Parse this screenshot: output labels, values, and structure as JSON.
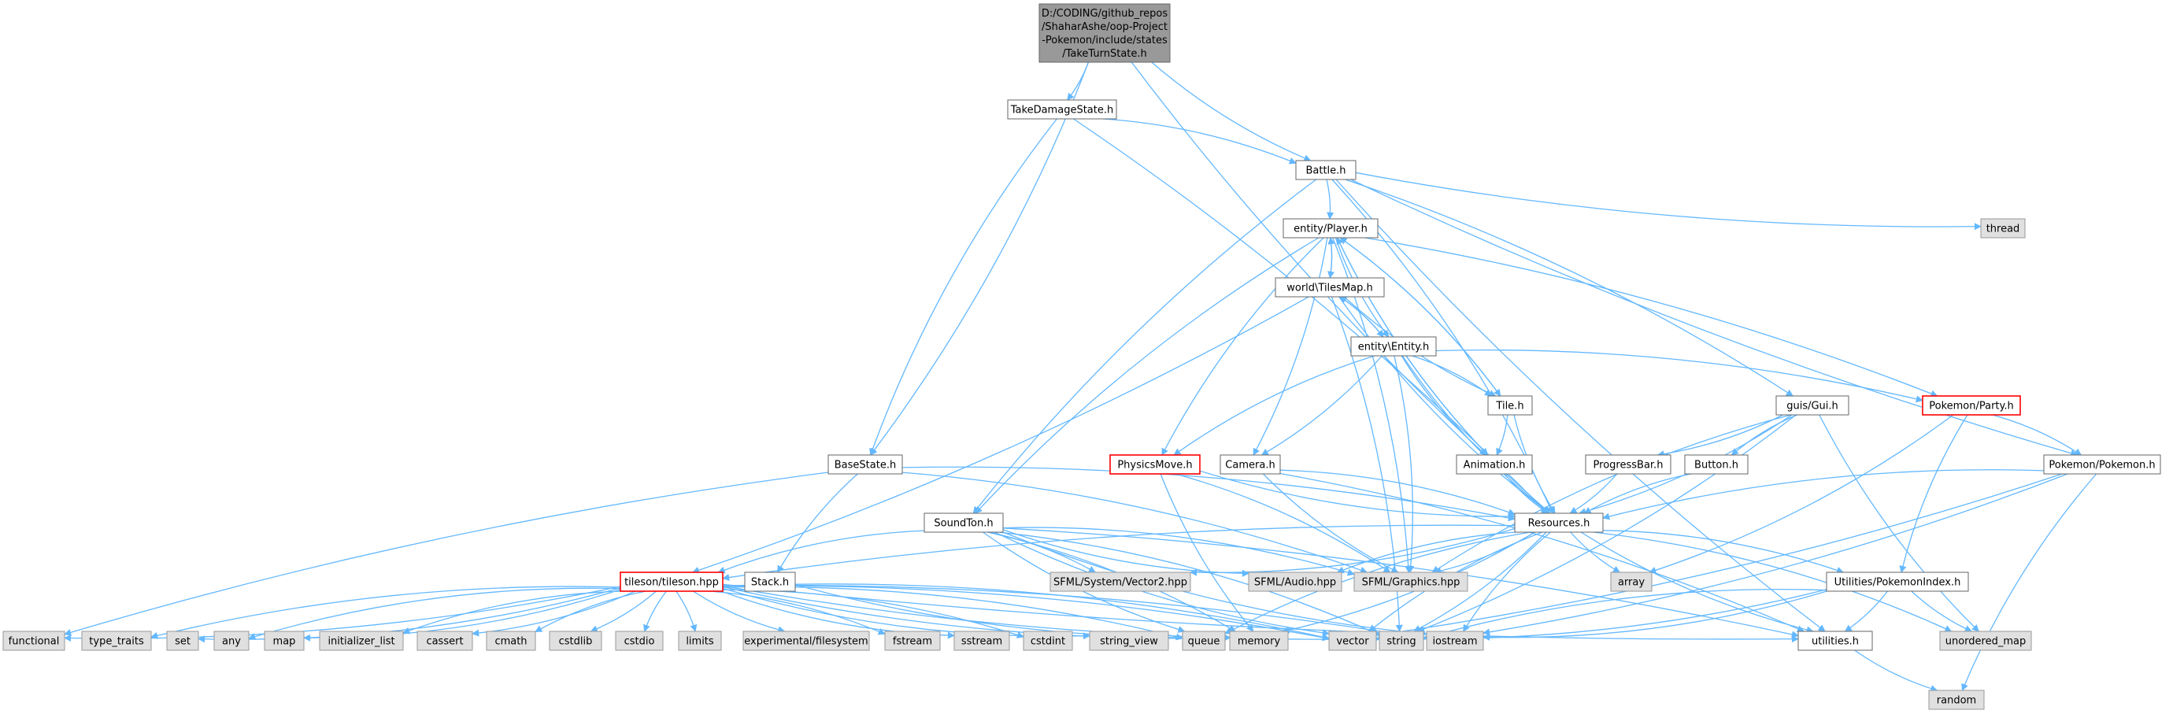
{
  "graph": {
    "colors": {
      "root_fill": "#999999",
      "file_fill": "#ffffff",
      "file_border": "#666666",
      "incomplete_border": "#ff0000",
      "system_fill": "#e0e0e0",
      "system_border": "#999999",
      "edge": "#63b8ff"
    },
    "nodes": [
      {
        "id": "root",
        "kind": "root",
        "lines": [
          "D:/CODING/github_repos",
          "/ShaharAshe/oop-Project",
          "-Pokemon/include/states",
          "/TakeTurnState.h"
        ]
      },
      {
        "id": "takedamage",
        "kind": "file",
        "lines": [
          "TakeDamageState.h"
        ]
      },
      {
        "id": "battle",
        "kind": "file",
        "lines": [
          "Battle.h"
        ]
      },
      {
        "id": "thread",
        "kind": "system",
        "lines": [
          "thread"
        ]
      },
      {
        "id": "player",
        "kind": "file",
        "lines": [
          "entity/Player.h"
        ]
      },
      {
        "id": "tilesmap",
        "kind": "file",
        "lines": [
          "world\\TilesMap.h"
        ]
      },
      {
        "id": "entity",
        "kind": "file",
        "lines": [
          "entity\\Entity.h"
        ]
      },
      {
        "id": "tile",
        "kind": "file",
        "lines": [
          "Tile.h"
        ]
      },
      {
        "id": "gui",
        "kind": "file",
        "lines": [
          "guis/Gui.h"
        ]
      },
      {
        "id": "party",
        "kind": "incomplete",
        "lines": [
          "Pokemon/Party.h"
        ]
      },
      {
        "id": "basestate",
        "kind": "file",
        "lines": [
          "BaseState.h"
        ]
      },
      {
        "id": "physics",
        "kind": "incomplete",
        "lines": [
          "PhysicsMove.h"
        ]
      },
      {
        "id": "camera",
        "kind": "file",
        "lines": [
          "Camera.h"
        ]
      },
      {
        "id": "animation",
        "kind": "file",
        "lines": [
          "Animation.h"
        ]
      },
      {
        "id": "progress",
        "kind": "file",
        "lines": [
          "ProgressBar.h"
        ]
      },
      {
        "id": "button",
        "kind": "file",
        "lines": [
          "Button.h"
        ]
      },
      {
        "id": "pokemon",
        "kind": "file",
        "lines": [
          "Pokemon/Pokemon.h"
        ]
      },
      {
        "id": "soundton",
        "kind": "file",
        "lines": [
          "SoundTon.h"
        ]
      },
      {
        "id": "resources",
        "kind": "file",
        "lines": [
          "Resources.h"
        ]
      },
      {
        "id": "tileson",
        "kind": "incomplete",
        "lines": [
          "tileson/tileson.hpp"
        ]
      },
      {
        "id": "stack",
        "kind": "file",
        "lines": [
          "Stack.h"
        ]
      },
      {
        "id": "vector2",
        "kind": "system",
        "lines": [
          "SFML/System/Vector2.hpp"
        ]
      },
      {
        "id": "audio",
        "kind": "system",
        "lines": [
          "SFML/Audio.hpp"
        ]
      },
      {
        "id": "graphics",
        "kind": "system",
        "lines": [
          "SFML/Graphics.hpp"
        ]
      },
      {
        "id": "array",
        "kind": "system",
        "lines": [
          "array"
        ]
      },
      {
        "id": "pokeindex",
        "kind": "file",
        "lines": [
          "Utilities/PokemonIndex.h"
        ]
      },
      {
        "id": "functional",
        "kind": "system",
        "lines": [
          "functional"
        ]
      },
      {
        "id": "type_traits",
        "kind": "system",
        "lines": [
          "type_traits"
        ]
      },
      {
        "id": "set",
        "kind": "system",
        "lines": [
          "set"
        ]
      },
      {
        "id": "any",
        "kind": "system",
        "lines": [
          "any"
        ]
      },
      {
        "id": "map",
        "kind": "system",
        "lines": [
          "map"
        ]
      },
      {
        "id": "init_list",
        "kind": "system",
        "lines": [
          "initializer_list"
        ]
      },
      {
        "id": "cassert",
        "kind": "system",
        "lines": [
          "cassert"
        ]
      },
      {
        "id": "cmath",
        "kind": "system",
        "lines": [
          "cmath"
        ]
      },
      {
        "id": "cstdlib",
        "kind": "system",
        "lines": [
          "cstdlib"
        ]
      },
      {
        "id": "cstdio",
        "kind": "system",
        "lines": [
          "cstdio"
        ]
      },
      {
        "id": "limits",
        "kind": "system",
        "lines": [
          "limits"
        ]
      },
      {
        "id": "expfs",
        "kind": "system",
        "lines": [
          "experimental/filesystem"
        ]
      },
      {
        "id": "fstream",
        "kind": "system",
        "lines": [
          "fstream"
        ]
      },
      {
        "id": "sstream",
        "kind": "system",
        "lines": [
          "sstream"
        ]
      },
      {
        "id": "cstdint",
        "kind": "system",
        "lines": [
          "cstdint"
        ]
      },
      {
        "id": "string_view",
        "kind": "system",
        "lines": [
          "string_view"
        ]
      },
      {
        "id": "queue",
        "kind": "system",
        "lines": [
          "queue"
        ]
      },
      {
        "id": "memory",
        "kind": "system",
        "lines": [
          "memory"
        ]
      },
      {
        "id": "vector",
        "kind": "system",
        "lines": [
          "vector"
        ]
      },
      {
        "id": "string",
        "kind": "system",
        "lines": [
          "string"
        ]
      },
      {
        "id": "iostream",
        "kind": "system",
        "lines": [
          "iostream"
        ]
      },
      {
        "id": "utilities",
        "kind": "file",
        "lines": [
          "utilities.h"
        ]
      },
      {
        "id": "unordered_map",
        "kind": "system",
        "lines": [
          "unordered_map"
        ]
      },
      {
        "id": "random",
        "kind": "system",
        "lines": [
          "random"
        ]
      }
    ],
    "edges": [
      [
        "root",
        "takedamage"
      ],
      [
        "root",
        "battle"
      ],
      [
        "root",
        "basestate"
      ],
      [
        "root",
        "resources"
      ],
      [
        "takedamage",
        "battle"
      ],
      [
        "takedamage",
        "basestate"
      ],
      [
        "takedamage",
        "resources"
      ],
      [
        "battle",
        "thread"
      ],
      [
        "battle",
        "player"
      ],
      [
        "battle",
        "soundton"
      ],
      [
        "battle",
        "gui"
      ],
      [
        "battle",
        "pokemon"
      ],
      [
        "battle",
        "resources"
      ],
      [
        "battle",
        "utilities"
      ],
      [
        "player",
        "tilesmap"
      ],
      [
        "player",
        "entity"
      ],
      [
        "player",
        "tile"
      ],
      [
        "player",
        "animation"
      ],
      [
        "player",
        "camera"
      ],
      [
        "player",
        "physics"
      ],
      [
        "player",
        "party"
      ],
      [
        "player",
        "soundton"
      ],
      [
        "player",
        "graphics"
      ],
      [
        "tilesmap",
        "player"
      ],
      [
        "tilesmap",
        "entity"
      ],
      [
        "tilesmap",
        "tile"
      ],
      [
        "tilesmap",
        "tileson"
      ],
      [
        "tilesmap",
        "resources"
      ],
      [
        "tilesmap",
        "string"
      ],
      [
        "entity",
        "tilesmap"
      ],
      [
        "entity",
        "tile"
      ],
      [
        "entity",
        "physics"
      ],
      [
        "entity",
        "camera"
      ],
      [
        "entity",
        "animation"
      ],
      [
        "entity",
        "party"
      ],
      [
        "entity",
        "resources"
      ],
      [
        "entity",
        "graphics"
      ],
      [
        "tile",
        "player"
      ],
      [
        "tile",
        "animation"
      ],
      [
        "tile",
        "resources"
      ],
      [
        "animation",
        "player"
      ],
      [
        "animation",
        "resources"
      ],
      [
        "camera",
        "resources"
      ],
      [
        "camera",
        "graphics"
      ],
      [
        "camera",
        "utilities"
      ],
      [
        "physics",
        "resources"
      ],
      [
        "physics",
        "graphics"
      ],
      [
        "physics",
        "memory"
      ],
      [
        "gui",
        "progress"
      ],
      [
        "gui",
        "button"
      ],
      [
        "gui",
        "resources"
      ],
      [
        "gui",
        "graphics"
      ],
      [
        "gui",
        "string"
      ],
      [
        "gui",
        "unordered_map"
      ],
      [
        "progress",
        "resources"
      ],
      [
        "button",
        "resources"
      ],
      [
        "party",
        "pokemon"
      ],
      [
        "party",
        "pokeindex"
      ],
      [
        "party",
        "array"
      ],
      [
        "pokemon",
        "resources"
      ],
      [
        "pokemon",
        "vector"
      ],
      [
        "pokemon",
        "random"
      ],
      [
        "pokemon",
        "iostream"
      ],
      [
        "basestate",
        "stack"
      ],
      [
        "basestate",
        "resources"
      ],
      [
        "basestate",
        "functional"
      ],
      [
        "basestate",
        "graphics"
      ],
      [
        "stack",
        "memory"
      ],
      [
        "stack",
        "vector"
      ],
      [
        "soundton",
        "tileson"
      ],
      [
        "soundton",
        "vector2"
      ],
      [
        "soundton",
        "audio"
      ],
      [
        "soundton",
        "graphics"
      ],
      [
        "soundton",
        "queue"
      ],
      [
        "soundton",
        "memory"
      ],
      [
        "soundton",
        "vector"
      ],
      [
        "soundton",
        "string"
      ],
      [
        "soundton",
        "iostream"
      ],
      [
        "soundton",
        "utilities"
      ],
      [
        "resources",
        "tileson"
      ],
      [
        "resources",
        "vector2"
      ],
      [
        "resources",
        "audio"
      ],
      [
        "resources",
        "graphics"
      ],
      [
        "resources",
        "array"
      ],
      [
        "resources",
        "pokeindex"
      ],
      [
        "resources",
        "utilities"
      ],
      [
        "resources",
        "unordered_map"
      ],
      [
        "resources",
        "vector"
      ],
      [
        "resources",
        "string"
      ],
      [
        "resources",
        "iostream"
      ],
      [
        "resources",
        "memory"
      ],
      [
        "resources",
        "queue"
      ],
      [
        "pokeindex",
        "utilities"
      ],
      [
        "pokeindex",
        "unordered_map"
      ],
      [
        "pokeindex",
        "vector"
      ],
      [
        "pokeindex",
        "string"
      ],
      [
        "pokeindex",
        "iostream"
      ],
      [
        "utilities",
        "random"
      ],
      [
        "tileson",
        "functional"
      ],
      [
        "tileson",
        "type_traits"
      ],
      [
        "tileson",
        "set"
      ],
      [
        "tileson",
        "any"
      ],
      [
        "tileson",
        "map"
      ],
      [
        "tileson",
        "init_list"
      ],
      [
        "tileson",
        "cassert"
      ],
      [
        "tileson",
        "cmath"
      ],
      [
        "tileson",
        "cstdlib"
      ],
      [
        "tileson",
        "cstdio"
      ],
      [
        "tileson",
        "limits"
      ],
      [
        "tileson",
        "expfs"
      ],
      [
        "tileson",
        "fstream"
      ],
      [
        "tileson",
        "sstream"
      ],
      [
        "tileson",
        "cstdint"
      ],
      [
        "tileson",
        "string_view"
      ],
      [
        "tileson",
        "queue"
      ],
      [
        "tileson",
        "memory"
      ],
      [
        "tileson",
        "vector"
      ],
      [
        "tileson",
        "string"
      ],
      [
        "tileson",
        "iostream"
      ],
      [
        "tileson",
        "utilities"
      ]
    ]
  }
}
